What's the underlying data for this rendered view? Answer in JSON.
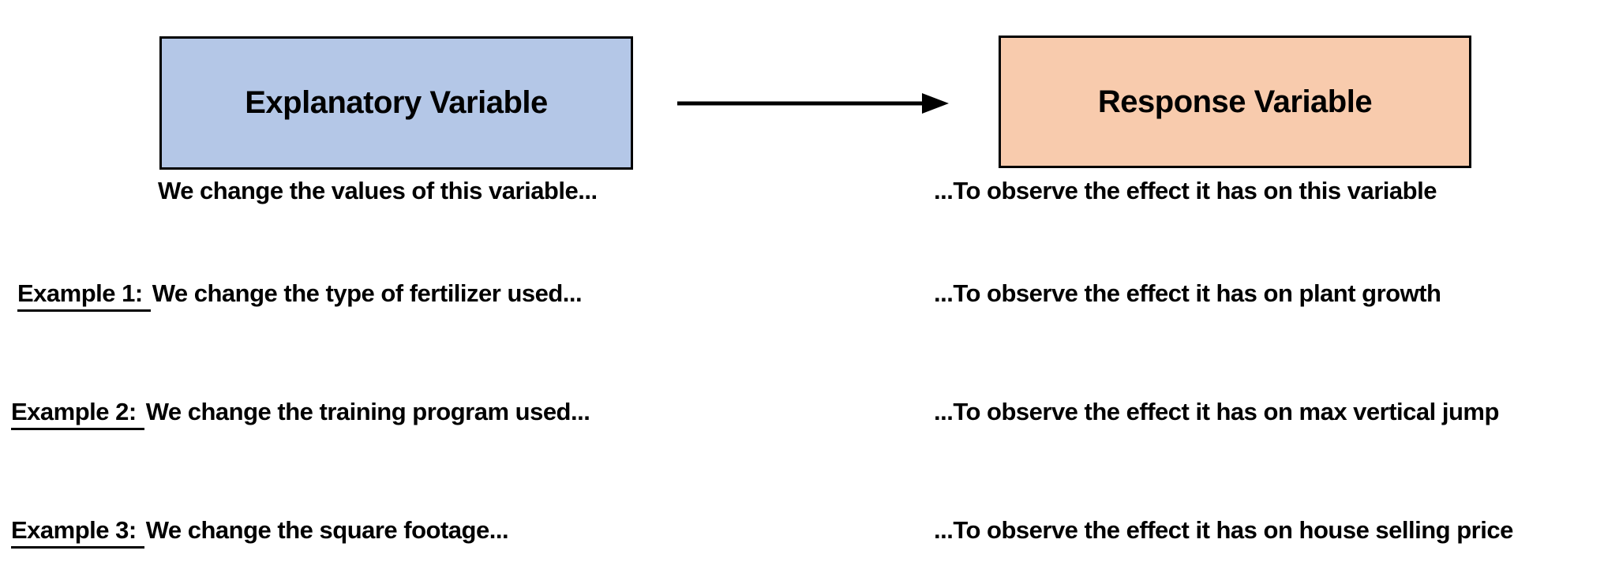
{
  "diagram": {
    "explanatory_box_label": "Explanatory Variable",
    "response_box_label": "Response Variable",
    "explanatory_caption": "We change the values of this variable...",
    "response_caption": "...To observe the effect it has on this variable"
  },
  "examples": [
    {
      "label": "Example 1:",
      "cause": "We change the type of fertilizer used...",
      "effect": "...To observe the effect it has on plant growth"
    },
    {
      "label": "Example 2:",
      "cause": "We change the training program used...",
      "effect": "...To observe the effect it has on max vertical jump"
    },
    {
      "label": "Example 3:",
      "cause": "We change the square footage...",
      "effect": "...To observe the effect it has on house selling price"
    }
  ],
  "colors": {
    "explanatory_fill": "#b4c7e7",
    "response_fill": "#f8cbad",
    "border": "#000000",
    "arrow": "#000000",
    "text": "#000000"
  }
}
